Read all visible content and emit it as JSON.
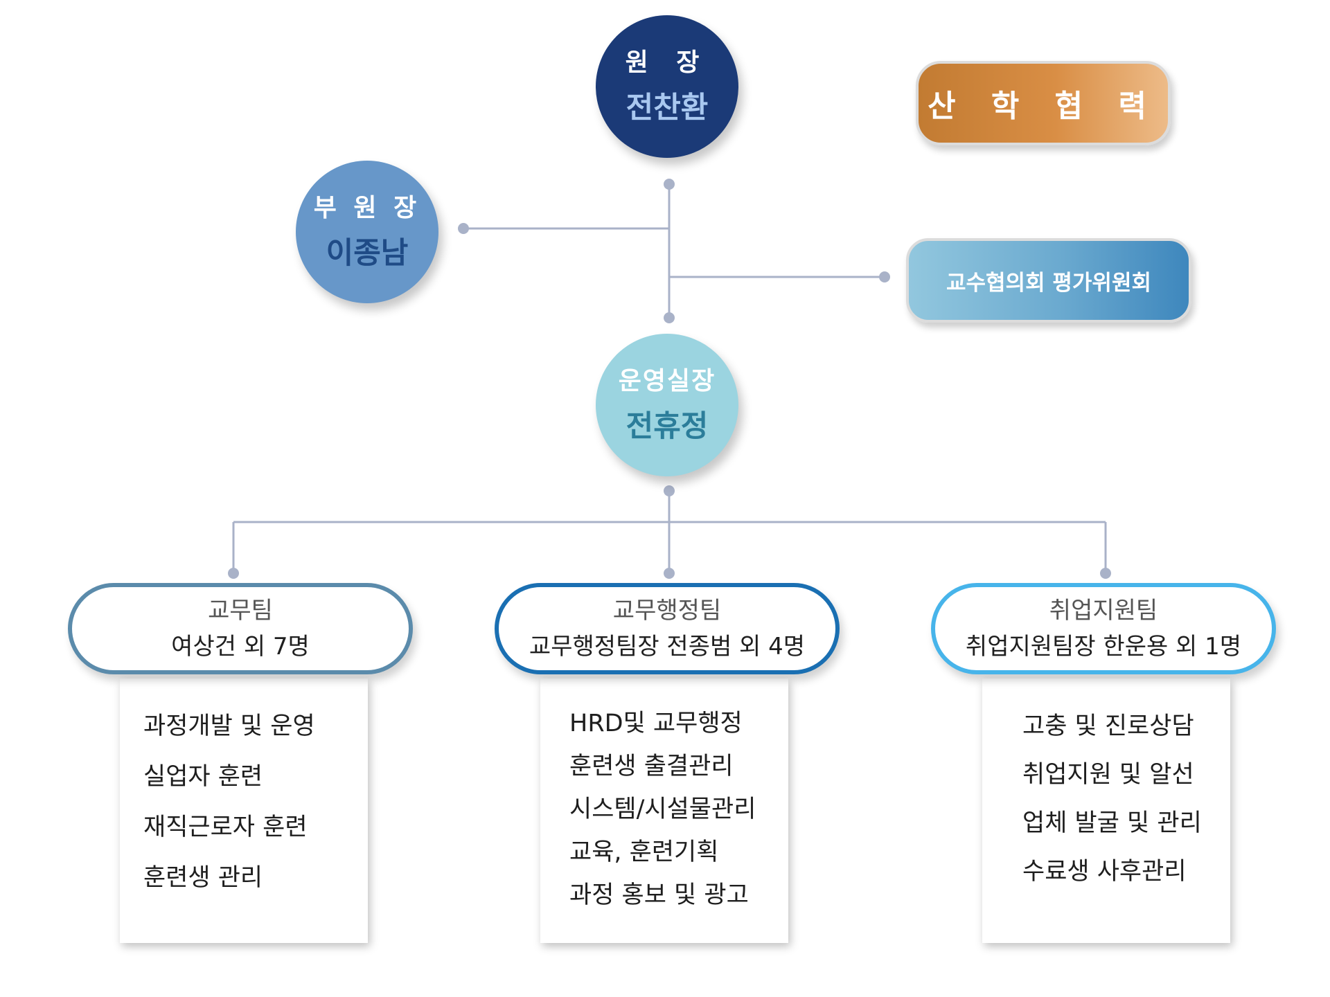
{
  "director": {
    "role": "원 장",
    "name": "전찬환"
  },
  "vice_director": {
    "role": "부 원 장",
    "name": "이종남"
  },
  "operations_head": {
    "role": "운영실장",
    "name": "전휴정"
  },
  "industry_cooperation": {
    "label": "산 학 협 력"
  },
  "evaluation_committee": {
    "label": "교수협의회 평가위원회"
  },
  "teams": [
    {
      "name": "교무팀",
      "head": "여상건 외 7명",
      "duties": [
        "과정개발 및 운영",
        "실업자 훈련",
        "재직근로자 훈련",
        "훈련생 관리"
      ]
    },
    {
      "name": "교무행정팀",
      "head": "교무행정팀장 전종범 외 4명",
      "duties": [
        "HRD및 교무행정",
        "훈련생 출결관리",
        "시스템/시설물관리",
        "교육, 훈련기획",
        "과정 홍보 및 광고"
      ]
    },
    {
      "name": "취업지원팀",
      "head": "취업지원팀장 한운용 외 1명",
      "duties": [
        "고충 및 진로상담",
        "취업지원 및 알선",
        "업체 발굴 및 관리",
        "수료생 사후관리"
      ]
    }
  ],
  "colors": {
    "director": "#1b3a77",
    "vice_director": "#6797c9",
    "operations_head": "#9bd4e0",
    "connector": "#a9b2c8"
  }
}
